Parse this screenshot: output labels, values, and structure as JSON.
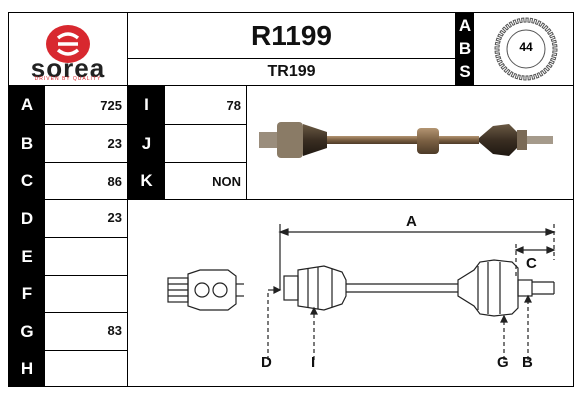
{
  "header": {
    "logo": {
      "brand": "sorea",
      "tagline": "DRIVEN BY QUALITY",
      "mark_color": "#d8282f"
    },
    "part_number": "R1199",
    "reference": "TR199",
    "abs_letters": [
      "A",
      "B",
      "S"
    ],
    "teeth": "44"
  },
  "specs": [
    {
      "label": "A",
      "value": "725"
    },
    {
      "label": "B",
      "value": "23"
    },
    {
      "label": "C",
      "value": "86"
    },
    {
      "label": "D",
      "value": "23"
    },
    {
      "label": "E",
      "value": ""
    },
    {
      "label": "F",
      "value": ""
    },
    {
      "label": "G",
      "value": "83"
    },
    {
      "label": "H",
      "value": ""
    }
  ],
  "specs2": [
    {
      "label": "I",
      "value": "78"
    },
    {
      "label": "J",
      "value": ""
    },
    {
      "label": "K",
      "value": "NON"
    }
  ],
  "diagram": {
    "labels": {
      "A": "A",
      "C": "C",
      "D": "D",
      "I": "I",
      "G": "G",
      "B": "B"
    }
  }
}
